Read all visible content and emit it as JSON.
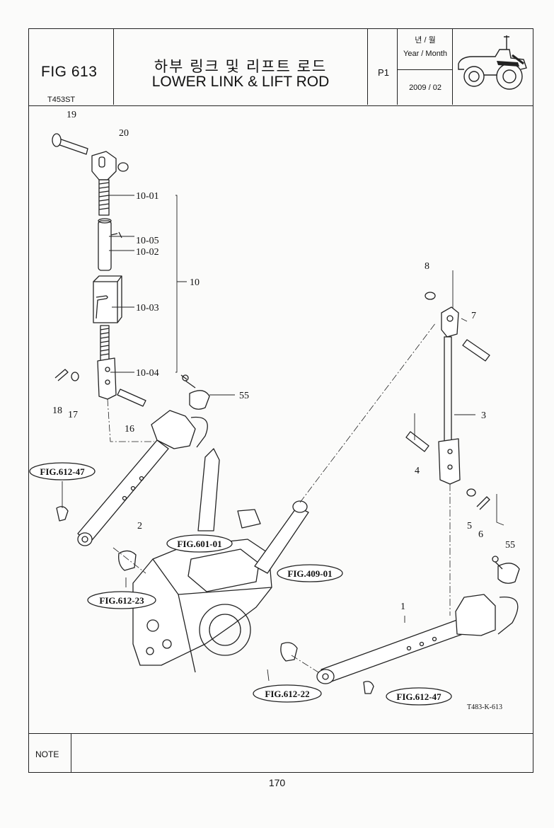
{
  "header": {
    "fig_code": "FIG 613",
    "model": "T453ST",
    "title_ko": "하부 링크 및 리프트 로드",
    "title_en": "LOWER LINK & LIFT ROD",
    "page_code": "P1",
    "year_month_label_ko": "년 / 월",
    "year_month_label_en": "Year / Month",
    "year_month_value": "2009 / 02"
  },
  "diagram": {
    "part_labels": {
      "p19": "19",
      "p20": "20",
      "p10_01": "10-01",
      "p10_05": "10-05",
      "p10_02": "10-02",
      "p10": "10",
      "p10_03": "10-03",
      "p10_04": "10-04",
      "p18": "18",
      "p17": "17",
      "p16": "16",
      "p55a": "55",
      "p8": "8",
      "p7": "7",
      "p3": "3",
      "p4": "4",
      "p5": "5",
      "p6": "6",
      "p55b": "55",
      "p2": "2",
      "p1": "1"
    },
    "ref_labels": {
      "r61247a": "FIG.612-47",
      "r60101": "FIG.601-01",
      "r40901": "FIG.409-01",
      "r61223": "FIG.612-23",
      "r61222": "FIG.612-22",
      "r61247b": "FIG.612-47"
    },
    "drawing_code": "T483-K-613"
  },
  "note": {
    "label": "NOTE"
  },
  "footer": {
    "page_number": "170"
  }
}
